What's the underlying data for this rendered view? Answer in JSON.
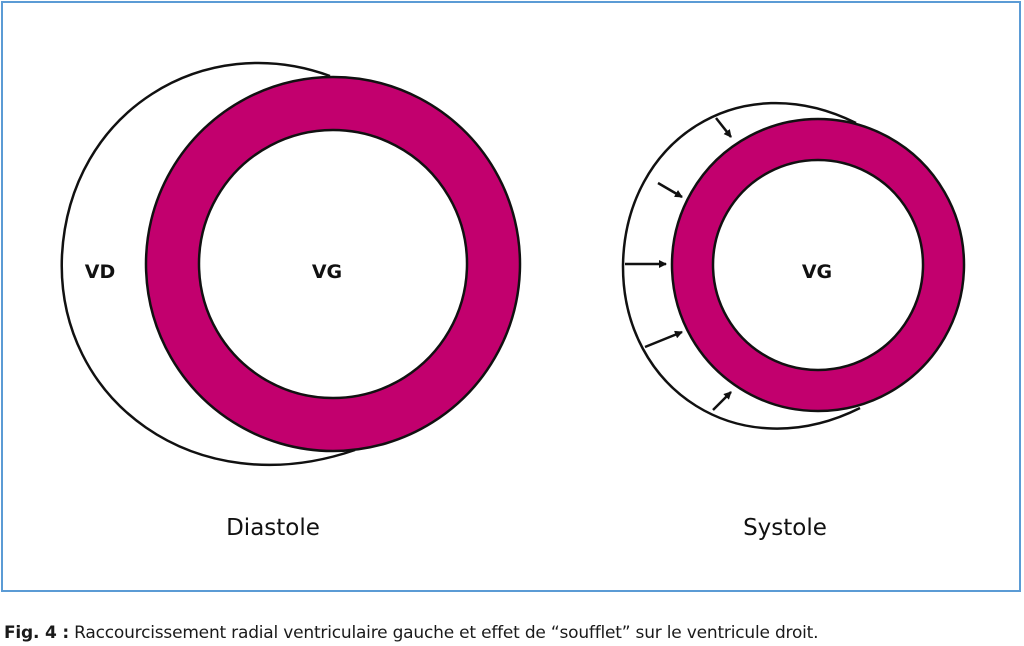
{
  "figure": {
    "caption": {
      "label": "Fig. 4 :",
      "text": " Raccourcissement radial ventriculaire gauche et effet de “soufflet” sur le ventricule droit."
    },
    "colors": {
      "myocardium": "#c2006e",
      "outline": "#111111",
      "frame": "#5b9bd5"
    },
    "diastole": {
      "title": "Diastole",
      "rv_label": "VD",
      "lv_label": "VG"
    },
    "systole": {
      "title": "Systole",
      "lv_label": "VG",
      "arrow_icon": "compression-arrow-icon"
    }
  }
}
